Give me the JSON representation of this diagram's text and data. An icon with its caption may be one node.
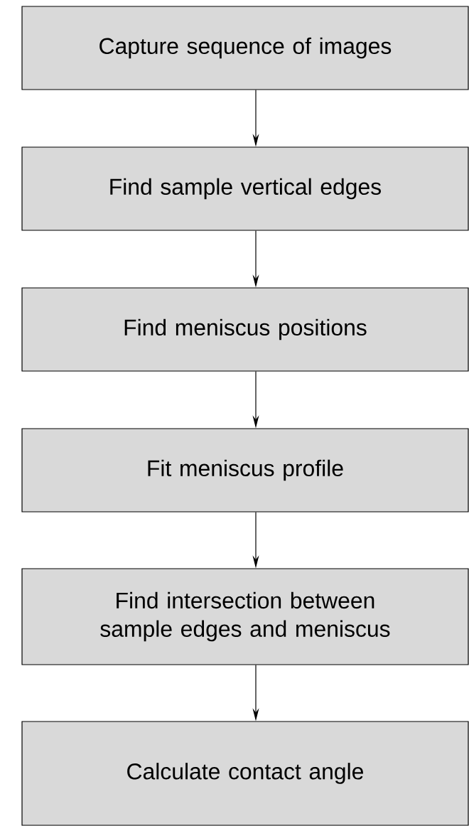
{
  "diagram": {
    "nodes": [
      {
        "text": [
          "Capture sequence of images"
        ]
      },
      {
        "text": [
          "Find sample vertical edges"
        ]
      },
      {
        "text": [
          "Find meniscus positions"
        ]
      },
      {
        "text": [
          "Fit meniscus profile"
        ]
      },
      {
        "text": [
          "Find intersection between sample edges and meniscus"
        ]
      },
      {
        "text": [
          "Calculate contact angle"
        ]
      }
    ],
    "edges": [
      {
        "from": 0,
        "to": 1,
        "arrow": "to"
      },
      {
        "from": 1,
        "to": 2,
        "arrow": "to"
      },
      {
        "from": 2,
        "to": 3,
        "arrow": "to"
      },
      {
        "from": 3,
        "to": 4,
        "arrow": "to"
      },
      {
        "from": 4,
        "to": 5,
        "arrow": "to"
      }
    ]
  }
}
